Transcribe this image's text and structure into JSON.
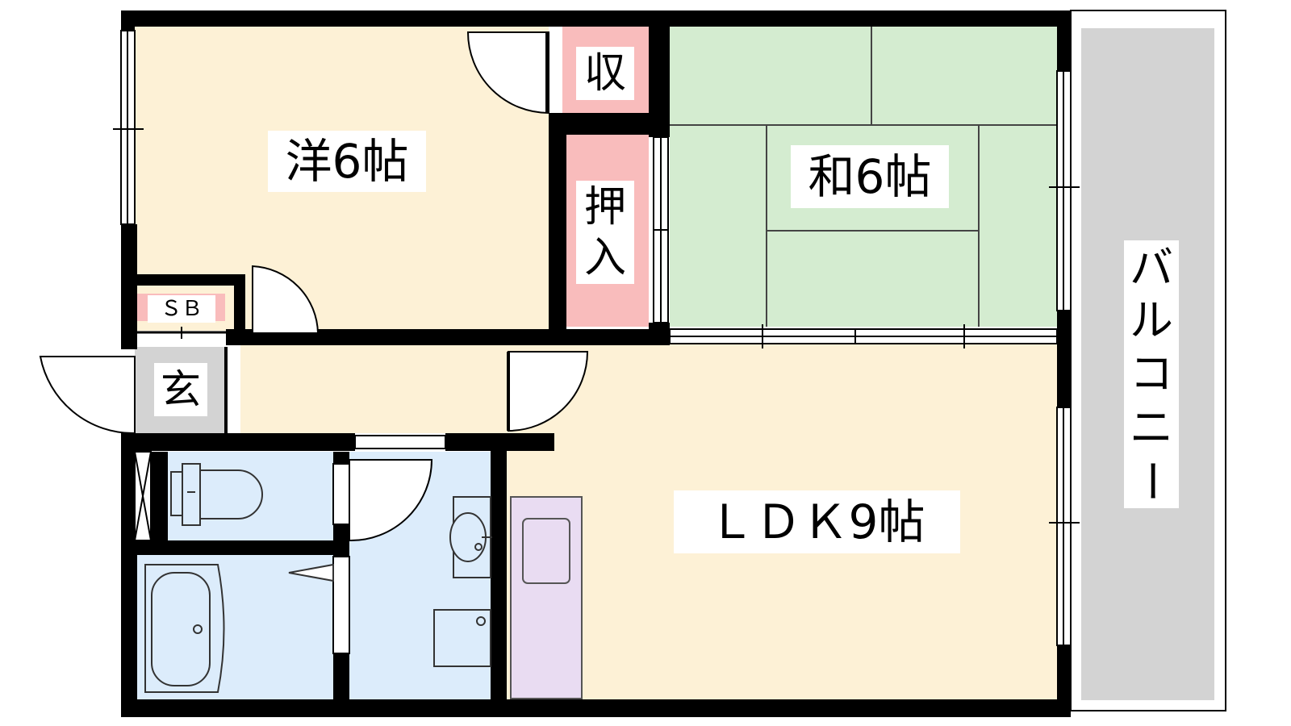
{
  "rooms": {
    "western_room": "洋6帖",
    "japanese_room": "和6帖",
    "ldk": "ＬＤＫ9帖",
    "storage": "収",
    "closet_top": "押",
    "closet_bottom": "入",
    "shoe_box": "ＳＢ",
    "entrance": "玄"
  },
  "balcony": {
    "chars": [
      "バ",
      "ル",
      "コ",
      "ニ",
      "ー"
    ]
  },
  "colors": {
    "wall": "#000000",
    "western_floor": "#fdf1d6",
    "ldk_floor": "#fdf1d6",
    "tatami": "#d4ecd0",
    "closet": "#f9bcbc",
    "wet_area": "#dcecfb",
    "kitchen": "#e9dcf2",
    "entrance_floor": "#d3d3d3",
    "balcony": "#d3d3d3"
  }
}
